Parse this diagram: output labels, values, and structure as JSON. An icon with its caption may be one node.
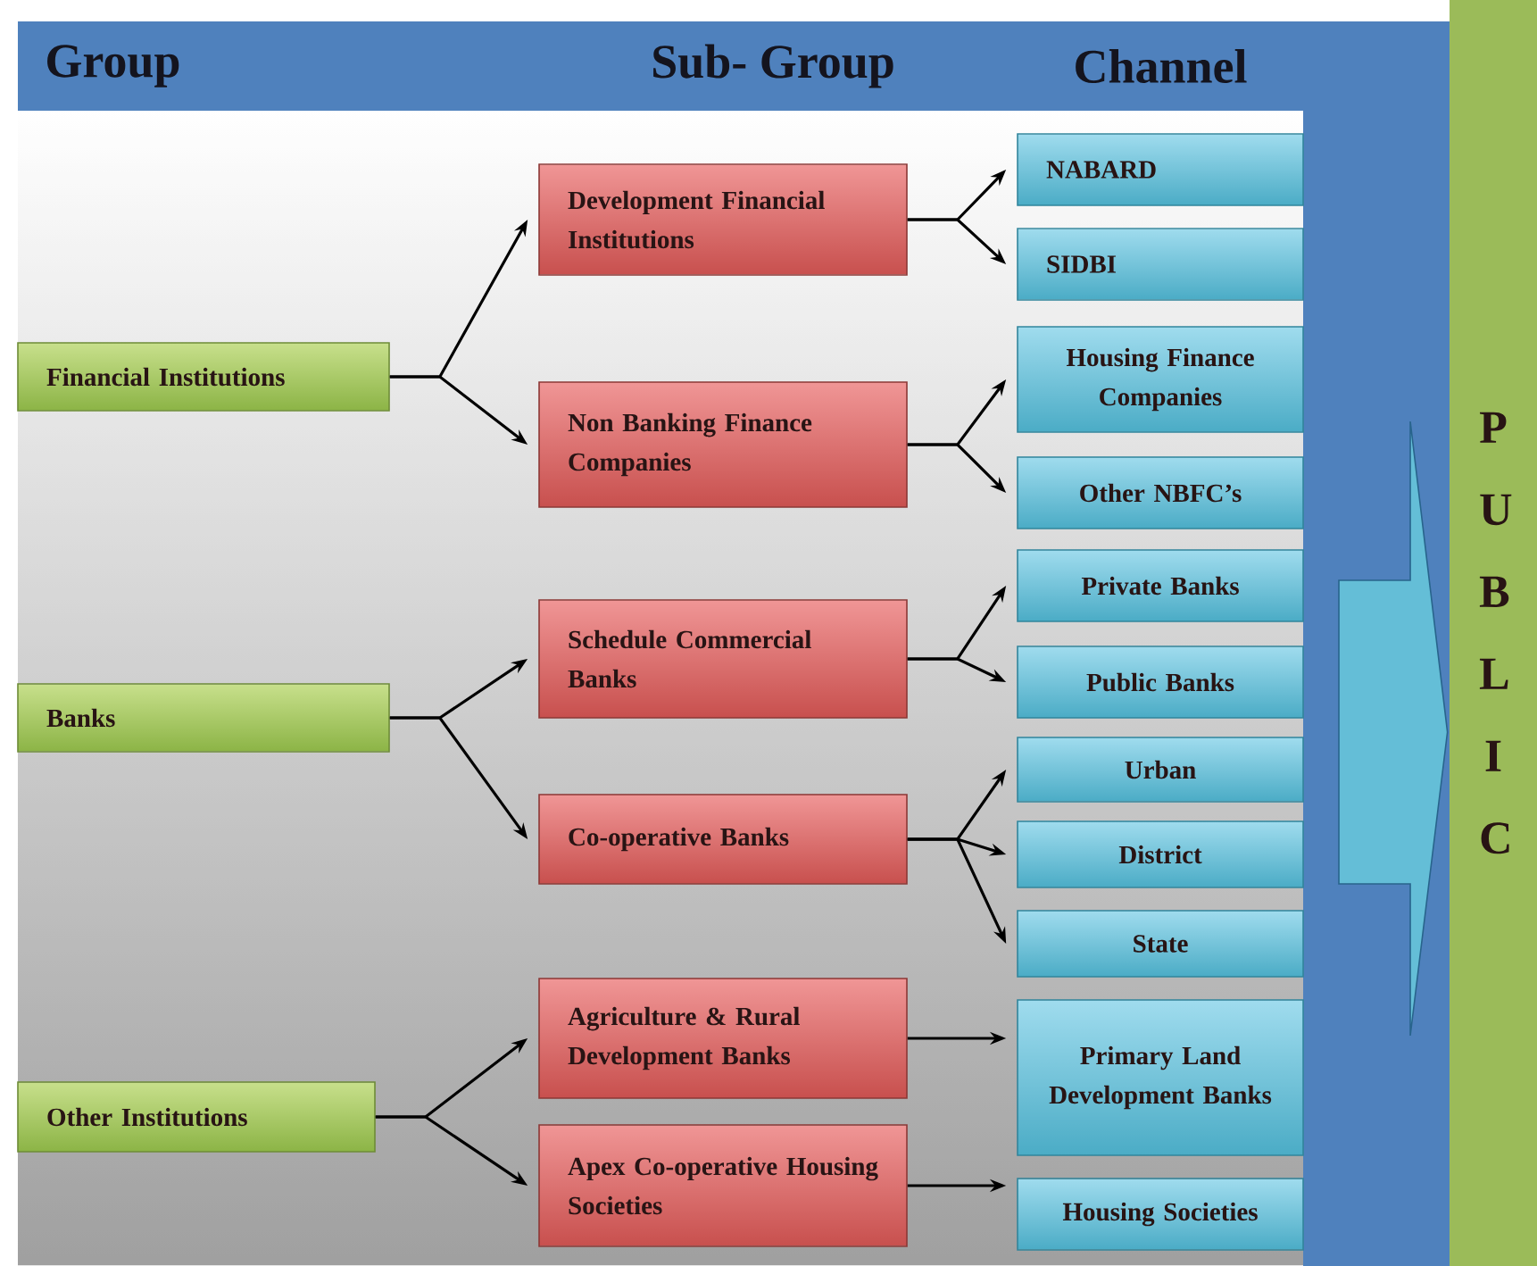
{
  "diagram": {
    "nodes": [
      {
        "text": [
          "Financial Institutions"
        ]
      },
      {
        "text": [
          "Development Financial Institutions"
        ]
      },
      {
        "text": [
          "Non Banking Finance Companies"
        ]
      },
      {
        "text": [
          "NABARD"
        ]
      },
      {
        "text": [
          "SIDBI"
        ]
      },
      {
        "text": [
          "Housing Finance Companies"
        ]
      },
      {
        "text": [
          "Other NBFC’s"
        ]
      },
      {
        "text": [
          "Banks"
        ]
      },
      {
        "text": [
          "Schedule Commercial Banks"
        ]
      },
      {
        "text": [
          "Co-operative Banks"
        ]
      },
      {
        "text": [
          "Private Banks"
        ]
      },
      {
        "text": [
          "Public Banks"
        ]
      },
      {
        "text": [
          "Urban"
        ]
      },
      {
        "text": [
          "District"
        ]
      },
      {
        "text": [
          "State"
        ]
      },
      {
        "text": [
          "Other Institutions"
        ]
      },
      {
        "text": [
          "Agriculture & Rural Development Banks"
        ]
      },
      {
        "text": [
          "Apex Co-operative Housing Societies"
        ]
      },
      {
        "text": [
          "Primary Land Development Banks"
        ]
      },
      {
        "text": [
          "Housing Societies"
        ]
      },
      {
        "text": [
          "P U B L I C"
        ]
      }
    ],
    "edges": [
      {
        "from": 0,
        "to": 1,
        "arrow": "to"
      },
      {
        "from": 0,
        "to": 2,
        "arrow": "to"
      },
      {
        "from": 1,
        "to": 3,
        "arrow": "to"
      },
      {
        "from": 1,
        "to": 4,
        "arrow": "to"
      },
      {
        "from": 2,
        "to": 5,
        "arrow": "to"
      },
      {
        "from": 2,
        "to": 6,
        "arrow": "to"
      },
      {
        "from": 7,
        "to": 8,
        "arrow": "to"
      },
      {
        "from": 7,
        "to": 9,
        "arrow": "to"
      },
      {
        "from": 8,
        "to": 10,
        "arrow": "to"
      },
      {
        "from": 8,
        "to": 11,
        "arrow": "to"
      },
      {
        "from": 9,
        "to": 12,
        "arrow": "to"
      },
      {
        "from": 9,
        "to": 13,
        "arrow": "to"
      },
      {
        "from": 9,
        "to": 14,
        "arrow": "to"
      },
      {
        "from": 15,
        "to": 16,
        "arrow": "to"
      },
      {
        "from": 15,
        "to": 17,
        "arrow": "to"
      },
      {
        "from": 16,
        "to": 18,
        "arrow": "to"
      },
      {
        "from": 17,
        "to": 19,
        "arrow": "to"
      },
      {
        "from": null,
        "to": 20,
        "arrow": "to",
        "style": "thick",
        "color": "#64bed7"
      }
    ],
    "labels": [
      "Group",
      "Sub- Group",
      "Channel"
    ]
  }
}
